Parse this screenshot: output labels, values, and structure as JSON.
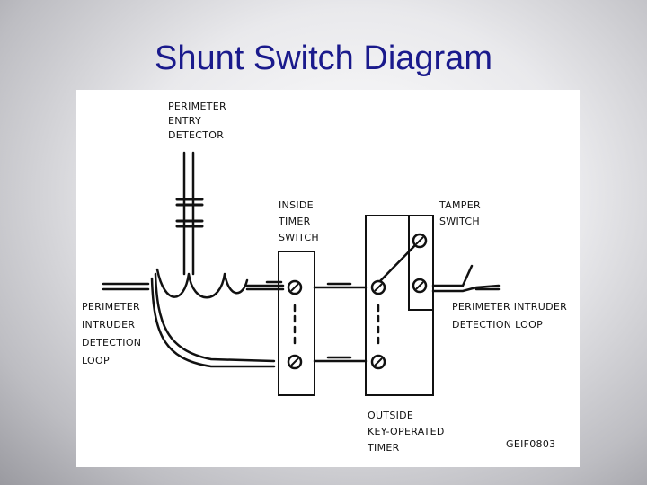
{
  "slide": {
    "title": "Shunt Switch Diagram"
  },
  "diagram": {
    "labels": {
      "perimeter_entry_detector": [
        "PERIMETER",
        "ENTRY",
        "DETECTOR"
      ],
      "inside_timer_switch": [
        "INSIDE",
        "TIMER",
        "SWITCH"
      ],
      "tamper_switch": [
        "TAMPER",
        "SWITCH"
      ],
      "perimeter_loop_left": [
        "PERIMETER",
        "INTRUDER",
        "DETECTION",
        "LOOP"
      ],
      "perimeter_loop_right": [
        "PERIMETER INTRUDER",
        "DETECTION LOOP"
      ],
      "outside_timer": [
        "OUTSIDE",
        "KEY-OPERATED",
        "TIMER"
      ],
      "code": "GEIF0803"
    }
  }
}
